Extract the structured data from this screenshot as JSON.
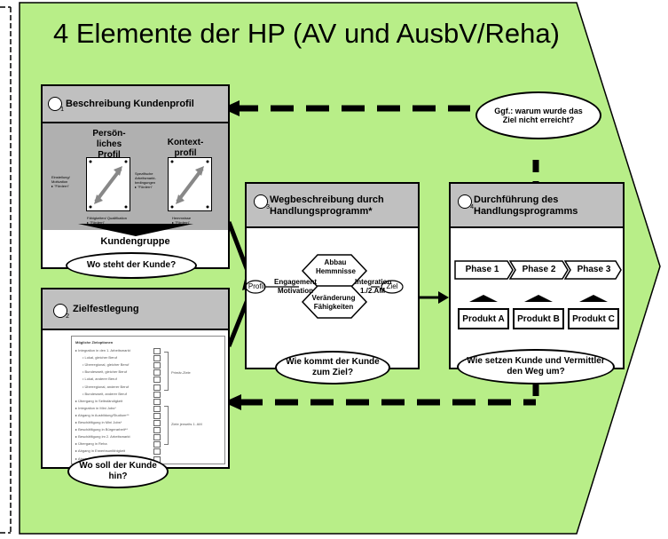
{
  "title": "4 Elemente der HP (AV und AusbV/Reha)",
  "colors": {
    "background": "#b8ee88",
    "box_header": "#c0c0c0",
    "border": "#000000"
  },
  "box1": {
    "number": "1",
    "header": "Beschreibung Kundenprofil",
    "personal_profile": "Persön-\nliches\nProfil",
    "context_profile": "Kontext-\nprofil",
    "card1_left": "Einstellung/ Motivation\n▸ \"Fördern\"",
    "card1_bottom": "Fähigkeiten/ Qualifikation\n▸ \"Fördern\"",
    "card2_left": "Spezifische Arbeitsmarkt-bedingungen\n▸ \"Fördern\"",
    "card2_bottom": "Hemmnisse\n▸ \"Fördern\"",
    "customer_group": "Kundengruppe",
    "question": "Wo steht der Kunde?"
  },
  "box2": {
    "number": "2",
    "header": "Zielfestlegung",
    "list_title": "Mögliche Zieloptionen",
    "list_items": [
      "▸ Integration in den 1. Arbeitsmarkt",
      "• Lokal, gleicher Beruf",
      "• Überregional, gleicher Beruf",
      "• Bundesweit, gleicher Beruf",
      "• Lokal, anderer Beruf",
      "• Überregional, anderer Beruf",
      "• Bundesweit, anderer Beruf",
      "▸ Übergang in Selbständigkeit",
      "▸ Integration in Mini Jobs*",
      "▸ Abgang in Ausbildung/Studium**",
      "▸ Beschäftigung in Mini Jobs*",
      "▸ Beschäftigung in Bürgerarbeit**",
      "▸ Beschäftigung im 2. Arbeitsmarkt",
      "▸ Übergang in Reha",
      "▸ Abgang in Erwerbsunfähigkeit",
      "▸ Abgang in Rente/ Ausland"
    ],
    "primary_goal": "Primär-Ziele",
    "secondary_goal": "Ziele jenseits 1. AM",
    "question": "Wo soll der Kunde hin?"
  },
  "box3": {
    "number": "3",
    "header": "Wegbeschreibung durch Handlungsprogramm*",
    "profil": "Profil",
    "engagement": "Engagement\nMotivation",
    "abbau": "Abbau\nHemmnisse",
    "veraenderung": "Veränderung\nFähigkeiten",
    "integration": "Integration\n1./2.AM",
    "ziel": "Ziel",
    "question": "Wie kommt der Kunde zum Ziel?"
  },
  "box4": {
    "number": "4",
    "header": "Durchführung des Handlungsprogramms",
    "phases": [
      "Phase 1",
      "Phase 2",
      "Phase 3"
    ],
    "products": [
      "Produkt A",
      "Produkt B",
      "Produkt C"
    ],
    "question": "Wie setzen Kunde und Vermittler den Weg um?"
  },
  "feedback": "Ggf.: warum wurde das Ziel nicht erreicht?"
}
